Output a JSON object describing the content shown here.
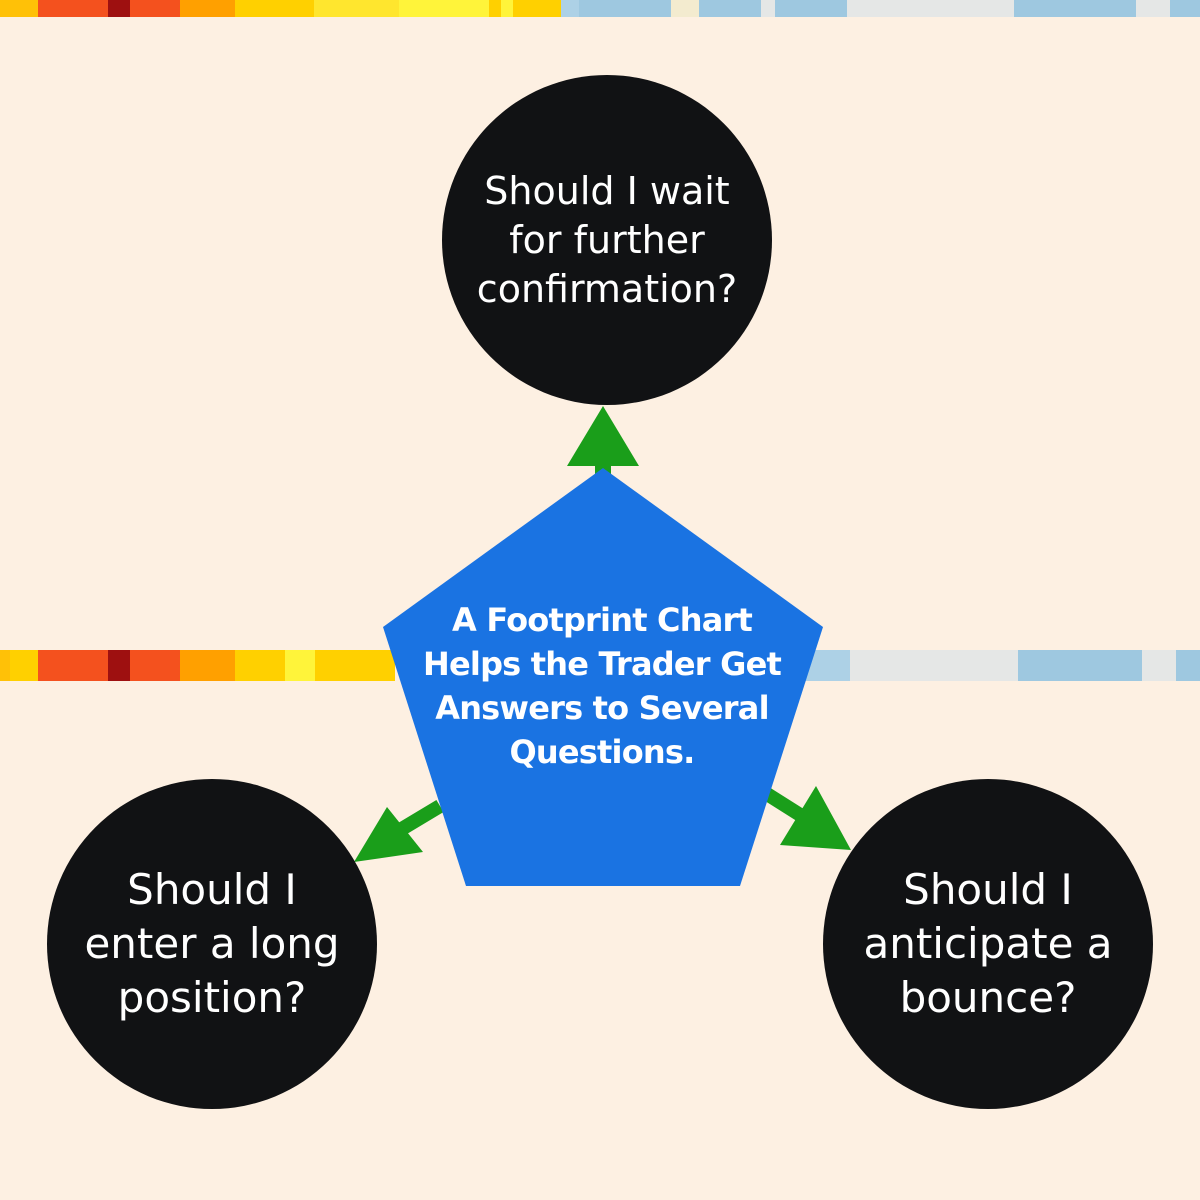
{
  "center": {
    "text": "A Footprint Chart Helps the Trader Get Answers to Several Questions.",
    "color": "#1A73E2"
  },
  "questions": {
    "top": "Should I wait for further confirmation?",
    "left": "Should I enter a long position?",
    "right": "Should I anticipate a bounce?"
  },
  "colors": {
    "background": "#FDF0E2",
    "circle": "#111214",
    "arrow": "#1A9E1A"
  },
  "stripe_colors": [
    "#FFC107",
    "#F4511E",
    "#9E1010",
    "#F4511E",
    "#FFA000",
    "#FFD000",
    "#FFE62E",
    "#FFD000",
    "#FFF43A",
    "#FFD000",
    "#FFF43A",
    "#FFD000",
    "#ADD1E6",
    "#9EC8E0",
    "#F3EBCF",
    "#9EC8E0",
    "#E5E7E6",
    "#9EC8E0",
    "#E5E7E6",
    "#9EC8E0"
  ]
}
